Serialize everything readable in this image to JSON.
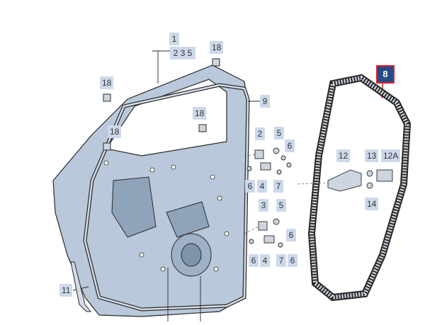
{
  "callouts": {
    "c1": "1",
    "c235": "2 3 5",
    "c18a": "18",
    "c18b": "18",
    "c18c": "18",
    "c18d": "18",
    "c9": "9",
    "c8": "8",
    "c2": "2",
    "c5a": "5",
    "c6a": "6",
    "c6b": "6",
    "c4a": "4",
    "c7a": "7",
    "c3": "3",
    "c5b": "5",
    "c6c": "6",
    "c6d": "6",
    "c4b": "4",
    "c7b": "7",
    "c6e": "6",
    "c12": "12",
    "c13": "13",
    "c12a": "12A",
    "c14": "14",
    "c11": "11"
  },
  "colors": {
    "callout_bg": "#cdd9ea",
    "highlight_bg": "#244b86",
    "highlight_border": "#e0202a",
    "door_fill": "#b5c5d9",
    "seal_fill": "#d2dbe6"
  }
}
